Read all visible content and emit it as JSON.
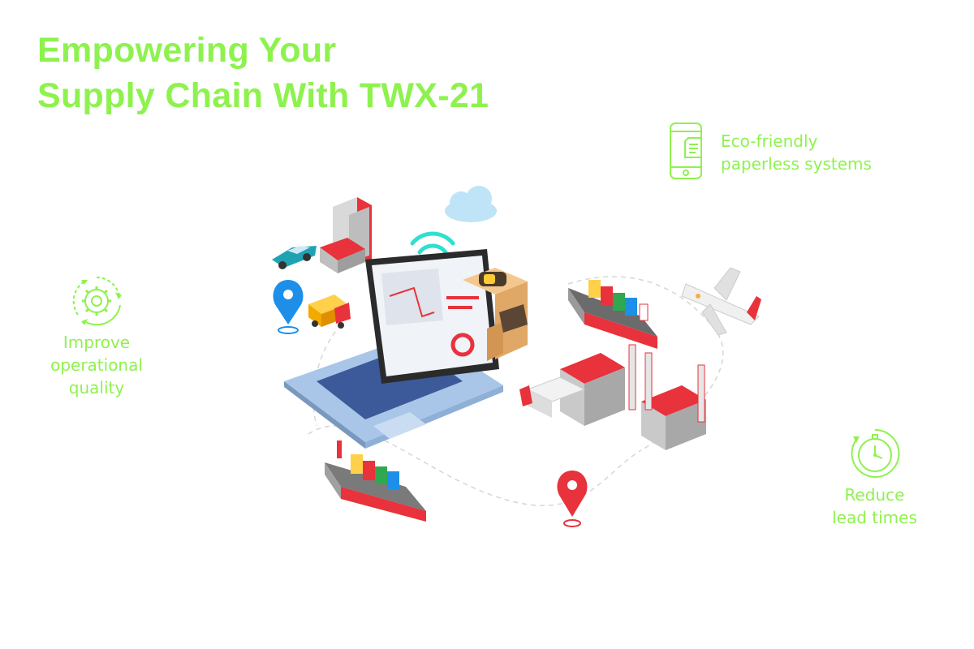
{
  "headline": {
    "line1": "Empowering Your",
    "line2": "Supply Chain With TWX-21"
  },
  "features": {
    "eco": {
      "line1": "Eco-friendly",
      "line2": "paperless systems",
      "icon": "smartphone-document-icon"
    },
    "quality": {
      "line1": "Improve",
      "line2": "operational",
      "line3": "quality",
      "icon": "gear-cycle-icon"
    },
    "lead": {
      "line1": "Reduce",
      "line2": "lead times",
      "icon": "stopwatch-icon"
    }
  },
  "colors": {
    "accent": "#8ef24e",
    "brand_red": "#e8323c",
    "laptop_body": "#a9c6e8",
    "route_line": "#d6d6d6"
  }
}
